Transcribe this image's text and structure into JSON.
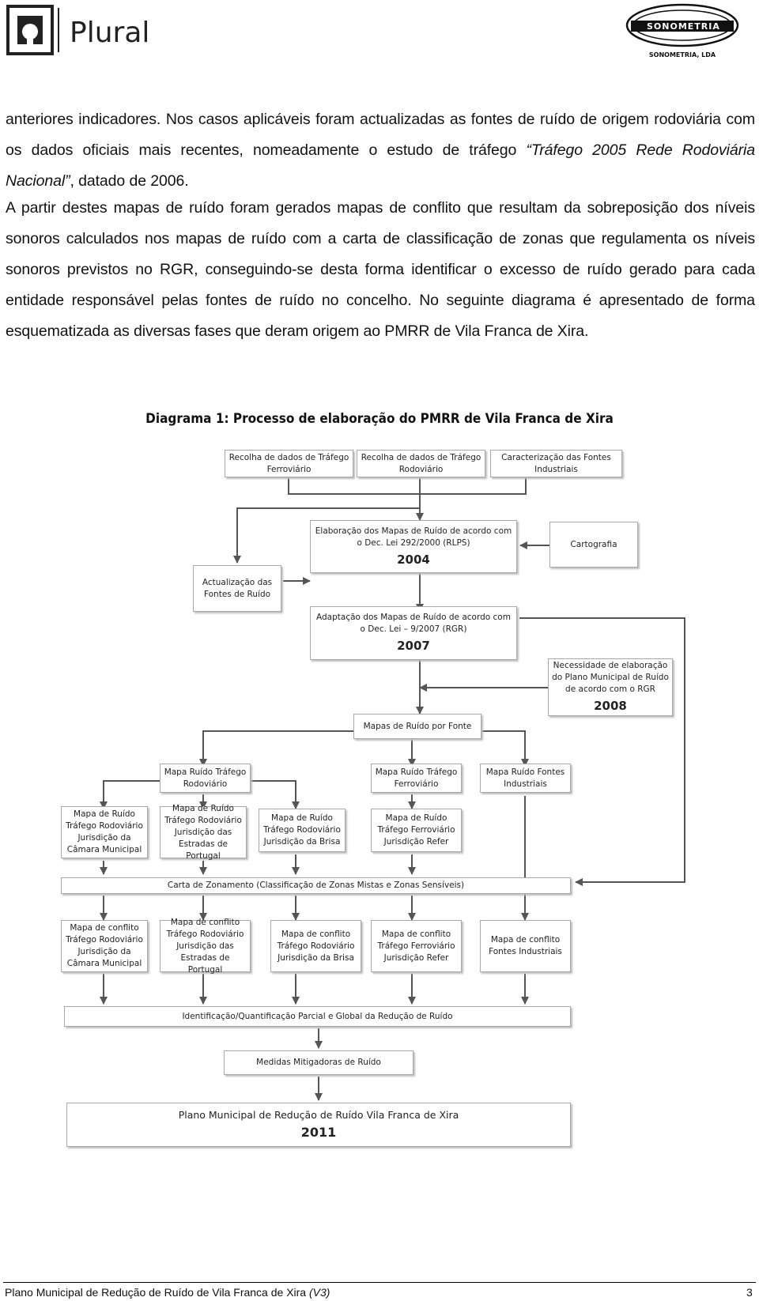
{
  "header": {
    "left_logo_text": "Plural",
    "right_logo_text": "SONOMETRIA",
    "right_logo_sub": "SONOMETRIA, LDA"
  },
  "paragraphs": {
    "p1_a": "anteriores indicadores. Nos casos aplicáveis foram actualizadas as fontes de ruído de origem rodoviária com os dados oficiais mais recentes, nomeadamente o estudo de tráfego ",
    "p1_italic": "“Tráfego 2005 Rede Rodoviária Nacional”",
    "p1_b": ", datado de 2006.",
    "p2": "A partir destes mapas de ruído foram gerados mapas de conflito que resultam da sobreposição dos níveis sonoros calculados nos mapas de ruído com a carta de classificação de zonas que regulamenta os níveis sonoros previstos no RGR, conseguindo-se desta forma identificar o excesso de ruído gerado para cada entidade responsável pelas fontes de ruído no concelho. No seguinte diagrama é apresentado de forma esquematizada as diversas fases que deram origem ao PMRR de Vila Franca de Xira."
  },
  "diagram": {
    "title": "Diagrama 1: Processo de elaboração do PMRR de Vila Franca de Xira",
    "boxes": {
      "rec_ferro": "Recolha de dados de Tráfego Ferroviário",
      "rec_rodo": "Recolha de dados de Tráfego Rodoviário",
      "carac_ind": "Caracterização das Fontes Industriais",
      "elab_2004": "Elaboração dos Mapas de Ruído de acordo com o Dec. Lei 292/2000 (RLPS)",
      "elab_2004_year": "2004",
      "cartografia": "Cartografia",
      "actualizacao": "Actualização das Fontes de Ruído",
      "adapt_2007": "Adaptação dos Mapas de Ruído de acordo com o Dec. Lei – 9/2007 (RGR)",
      "adapt_2007_year": "2007",
      "necessidade": "Necessidade  de elaboração do Plano Municipal de Ruído de acordo com o RGR",
      "necessidade_year": "2008",
      "mapas_fonte": "Mapas de Ruído por Fonte",
      "mapa_rodo": "Mapa Ruído Tráfego Rodoviário",
      "mapa_ferro": "Mapa Ruído Tráfego Ferroviário",
      "mapa_ind": "Mapa Ruído Fontes Industriais",
      "mr_camara": "Mapa de Ruído Tráfego Rodoviário Jurisdição da Câmara Municipal",
      "mr_estradas": "Mapa de Ruído Tráfego Rodoviário Jurisdição das Estradas de Portugal",
      "mr_brisa": "Mapa de Ruído Tráfego Rodoviário Jurisdição da Brisa",
      "mr_refer": "Mapa de Ruído Tráfego Ferroviário Jurisdição Refer",
      "carta_zon": "Carta de Zonamento (Classificação de Zonas Mistas e Zonas Sensíveis)",
      "mc_camara": "Mapa de conflito Tráfego Rodoviário Jurisdição da Câmara Municipal",
      "mc_estradas": "Mapa de conflito Tráfego Rodoviário Jurisdição das Estradas de Portugal",
      "mc_brisa": "Mapa de conflito Tráfego Rodoviário Jurisdição da Brisa",
      "mc_refer": "Mapa de conflito Tráfego Ferroviário Jurisdição Refer",
      "mc_ind": "Mapa de conflito Fontes Industriais",
      "identificacao": "Identificação/Quantificação Parcial e Global da Redução de Ruído",
      "medidas": "Medidas Mitigadoras de Ruído",
      "plano": "Plano Municipal de Redução de Ruído Vila Franca de Xira",
      "plano_year": "2011"
    }
  },
  "footer": {
    "text": "Plano Municipal de Redução de Ruído de Vila Franca de Xira ",
    "version": "(V3)",
    "page": "3"
  }
}
